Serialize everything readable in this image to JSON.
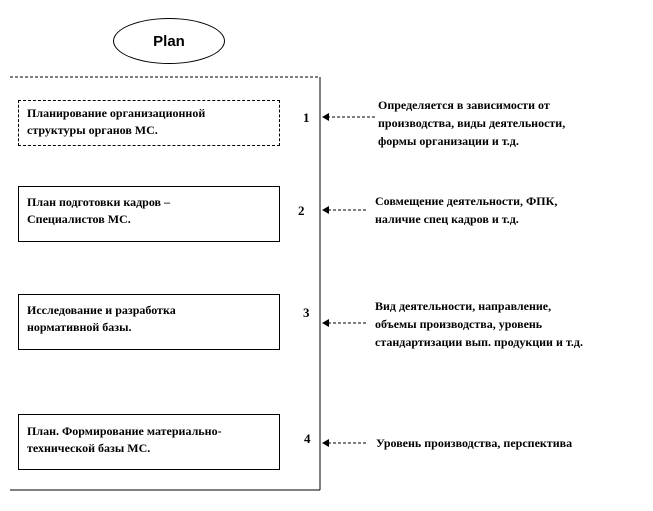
{
  "title": "Plan",
  "steps": [
    {
      "number": "1",
      "box_line1": "Планирование организационной",
      "box_line2": "структуры  органов МС.",
      "note_lines": [
        "Определяется в зависимости от",
        "производства, виды деятельности,",
        "формы организации и т.д."
      ]
    },
    {
      "number": "2",
      "box_line1": "План подготовки кадров –",
      "box_line2": "Специалистов МС.",
      "note_lines": [
        "Совмещение деятельности, ФПК,",
        "наличие спец кадров и т.д."
      ]
    },
    {
      "number": "3",
      "box_line1": "Исследование и разработка",
      "box_line2": "нормативной базы.",
      "note_lines": [
        "Вид деятельности, направление,",
        "объемы производства, уровень",
        "стандартизации вып. продукции и т.д."
      ]
    },
    {
      "number": "4",
      "box_line1": "План. Формирование материально-",
      "box_line2": "технической базы МС.",
      "note_lines": [
        "Уровень производства, перспектива"
      ]
    }
  ]
}
